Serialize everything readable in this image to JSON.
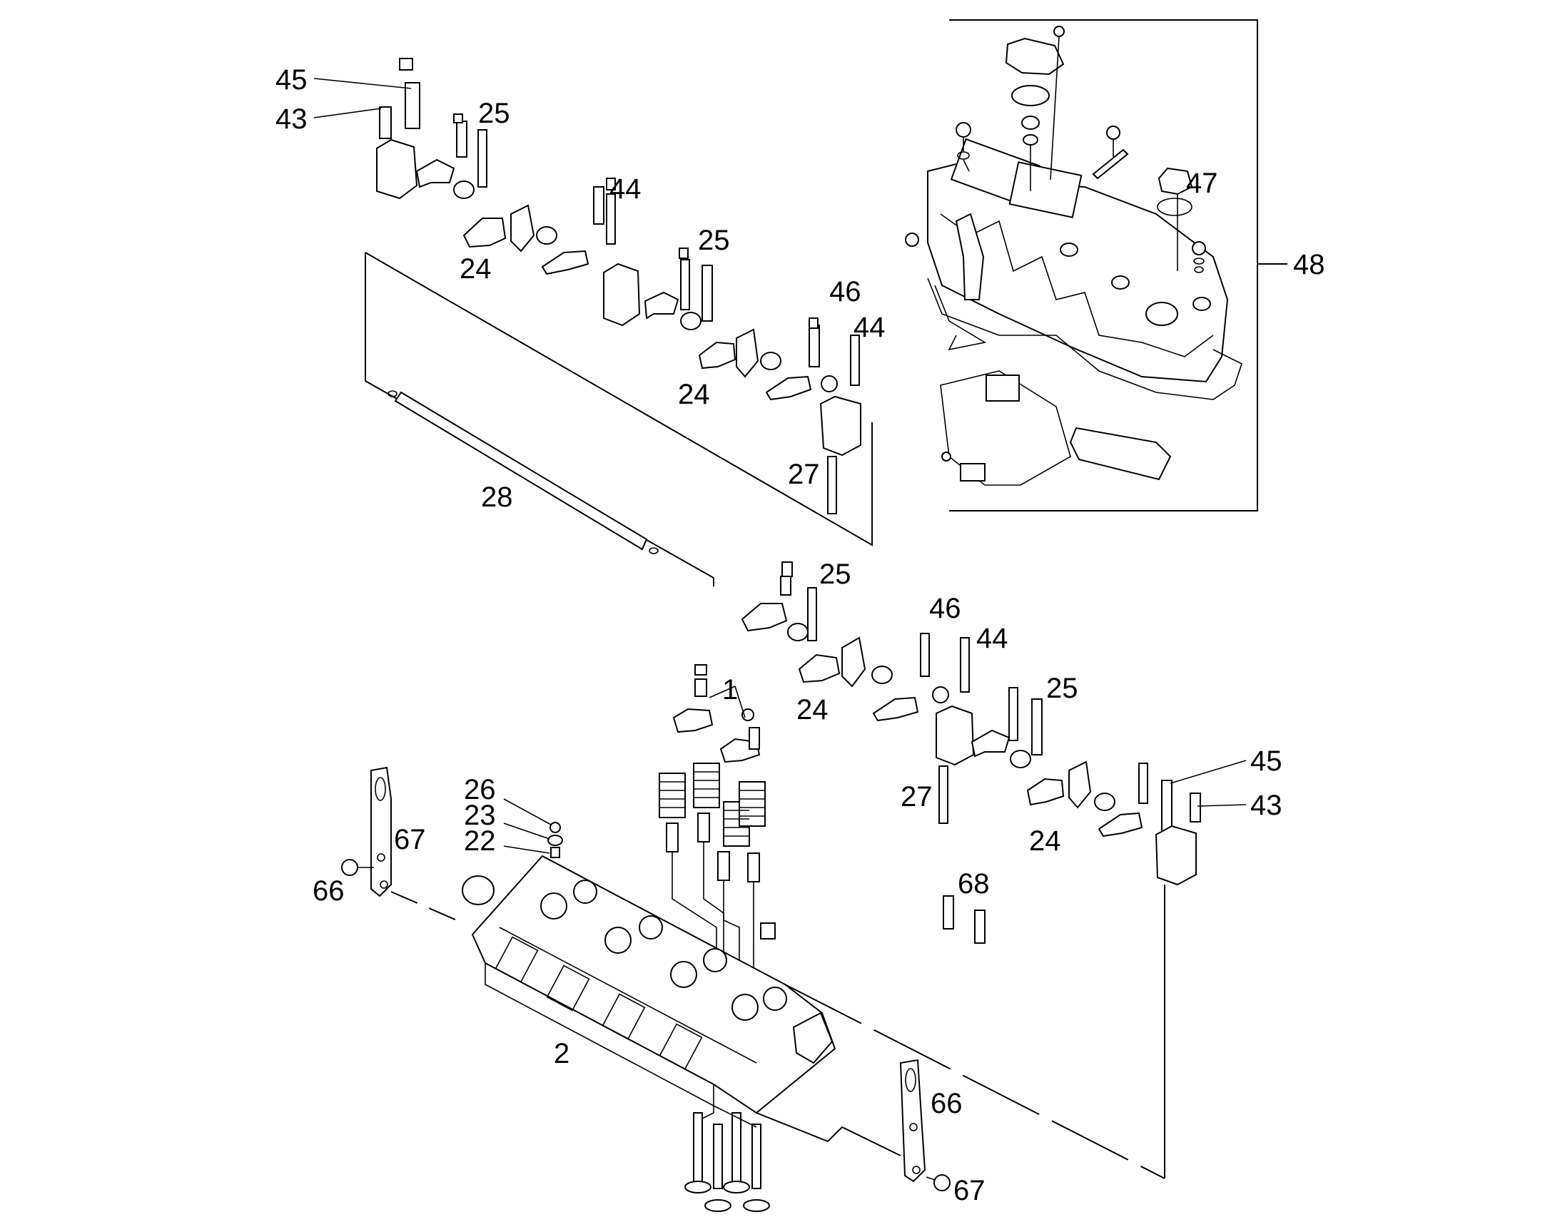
{
  "diagram": {
    "labels": {
      "l45a": "45",
      "l43a": "43",
      "l25a": "25",
      "l44a": "44",
      "l24a": "24",
      "l25b": "25",
      "l24b": "24",
      "l46a": "46",
      "l44b": "44",
      "l24c": "24",
      "l27a": "27",
      "l28": "28",
      "l47": "47",
      "l48": "48",
      "l25c": "25",
      "l46b": "46",
      "l44c": "44",
      "l1": "1",
      "l24d": "24",
      "l25d": "25",
      "l26": "26",
      "l23": "23",
      "l22": "22",
      "l67a": "67",
      "l66a": "66",
      "l27b": "27",
      "l45b": "45",
      "l43b": "43",
      "l24e": "24",
      "l68": "68",
      "l2": "2",
      "l66b": "66",
      "l67b": "67"
    }
  }
}
